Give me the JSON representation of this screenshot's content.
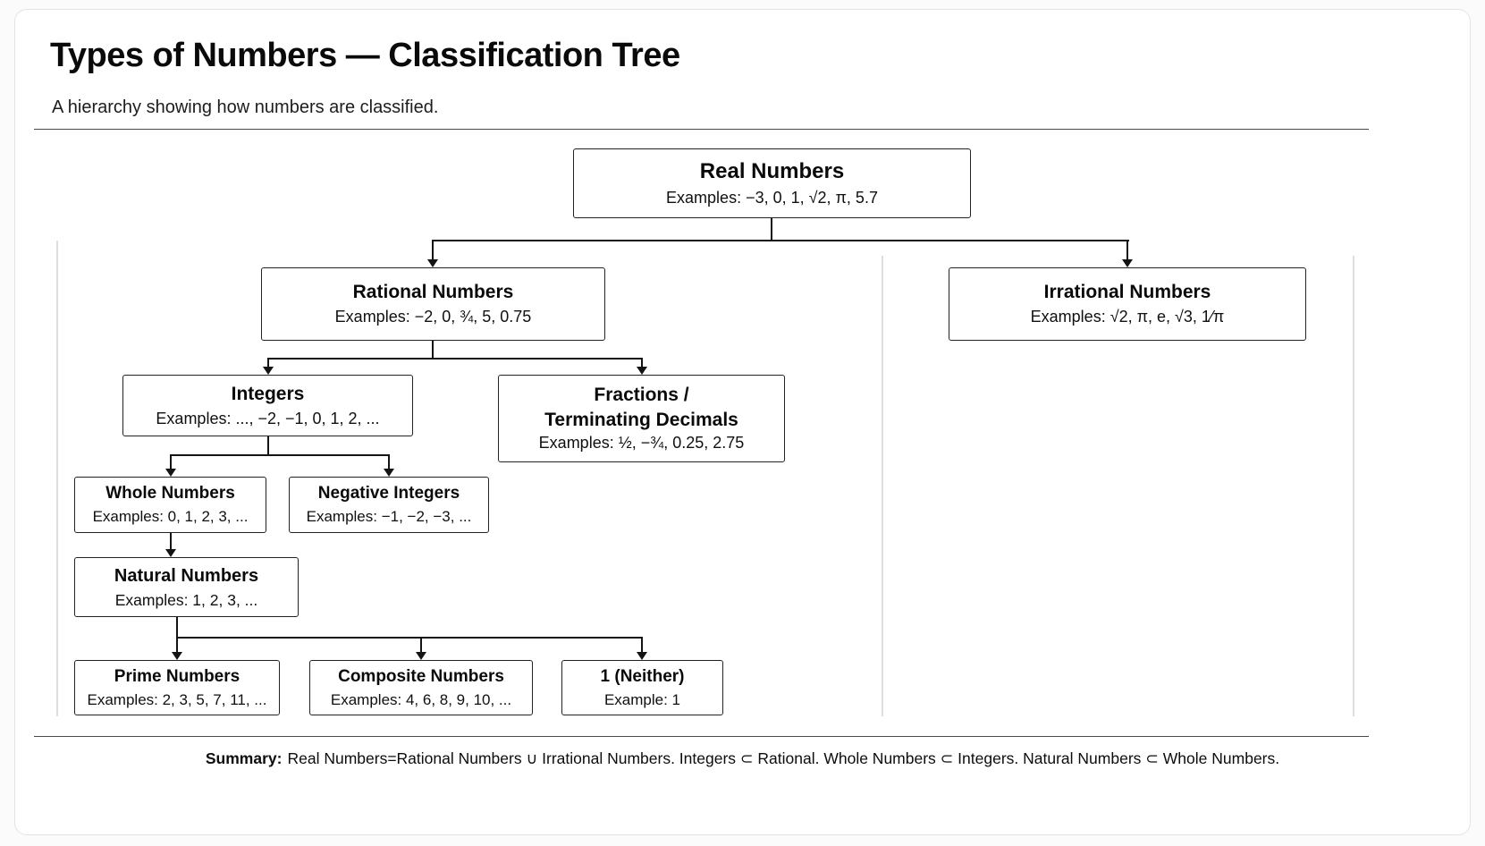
{
  "page": {
    "title": "Types of Numbers — Classification Tree",
    "subtitle": "A hierarchy showing how numbers are classified.",
    "summary_label": "Summary:",
    "summary_text": "Real Numbers=Rational Numbers ∪ Irrational Numbers.  Integers ⊂ Rational.  Whole Numbers ⊂ Integers.  Natural Numbers ⊂ Whole Numbers."
  },
  "nodes": {
    "real": {
      "title": "Real Numbers",
      "examples": "Examples: −3, 0, 1, √2, π, 5.7"
    },
    "rational": {
      "title": "Rational Numbers",
      "examples": "Examples: −2, 0, ¾, 5, 0.75"
    },
    "irrational": {
      "title": "Irrational Numbers",
      "examples": "Examples: √2, π, e, √3, 1⁄π"
    },
    "integers": {
      "title": "Integers",
      "examples": "Examples: ..., −2, −1, 0, 1, 2, ..."
    },
    "fractions": {
      "title": "Fractions /",
      "title2": "Terminating Decimals",
      "examples": "Examples: ½, −¾, 0.25, 2.75"
    },
    "whole": {
      "title": "Whole Numbers",
      "examples": "Examples: 0, 1, 2, 3, ..."
    },
    "negative": {
      "title": "Negative Integers",
      "examples": "Examples: −1, −2, −3, ..."
    },
    "natural": {
      "title": "Natural Numbers",
      "examples": "Examples: 1, 2, 3, ..."
    },
    "prime": {
      "title": "Prime Numbers",
      "examples": "Examples: 2, 3, 5, 7, 11, ..."
    },
    "composite": {
      "title": "Composite Numbers",
      "examples": "Examples: 4, 6, 8, 9, 10, ..."
    },
    "neither": {
      "title": "1 (Neither)",
      "examples": "Example: 1"
    }
  },
  "colors": {
    "line": "#141414",
    "box_border": "#222222",
    "guide": "#dedede"
  }
}
